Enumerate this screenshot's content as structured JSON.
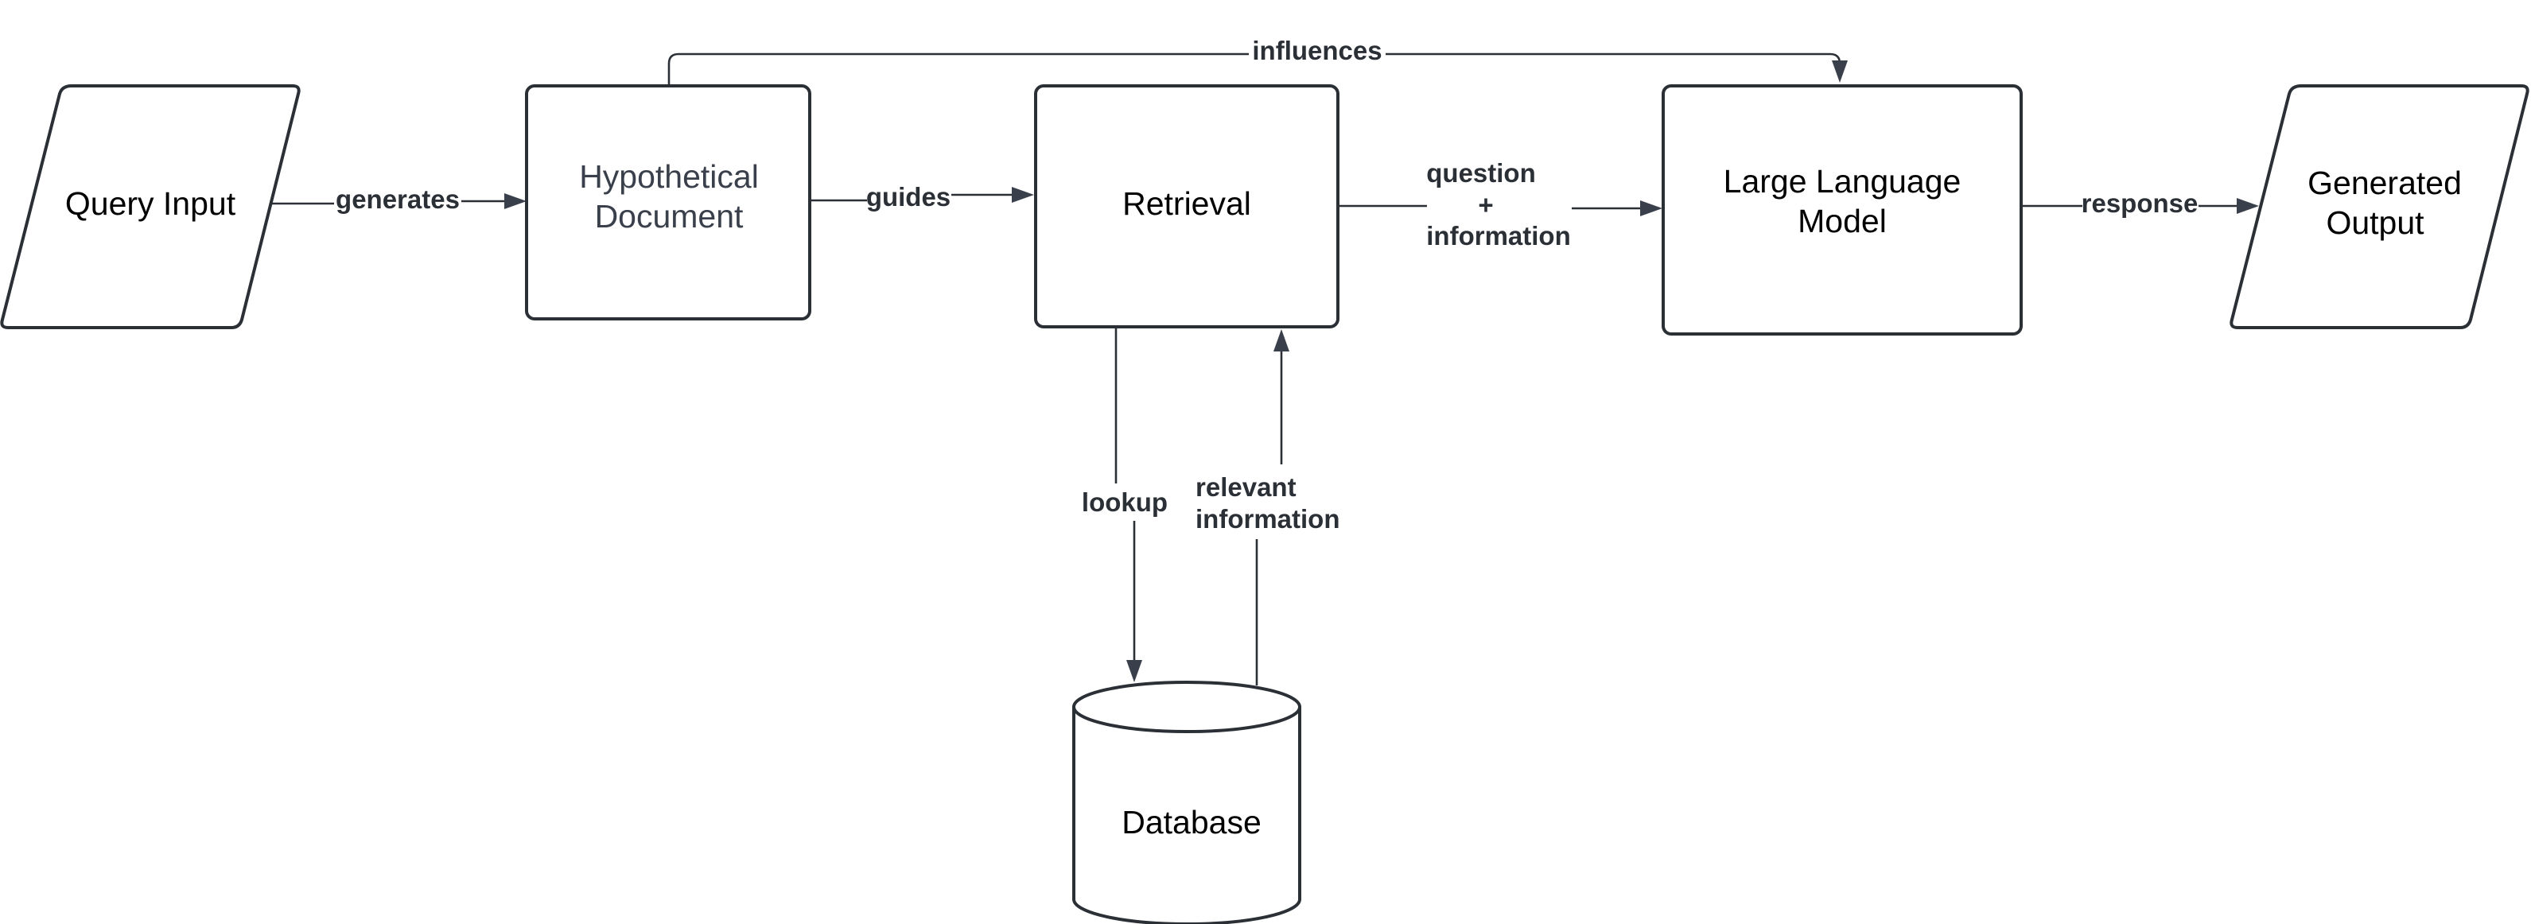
{
  "diagram": {
    "nodes": {
      "query_input": "Query Input",
      "hypothetical_document": [
        "Hypothetical",
        "Document"
      ],
      "retrieval": "Retrieval",
      "large_language_model": [
        "Large Language",
        "Model"
      ],
      "generated_output": [
        "Generated",
        "Output"
      ],
      "database": "Database"
    },
    "edges": {
      "generates": "generates",
      "guides": "guides",
      "influences": "influences",
      "question_information": [
        "question",
        "+",
        "information"
      ],
      "response": "response",
      "lookup": "lookup",
      "relevant_information": [
        "relevant",
        "information"
      ]
    }
  }
}
